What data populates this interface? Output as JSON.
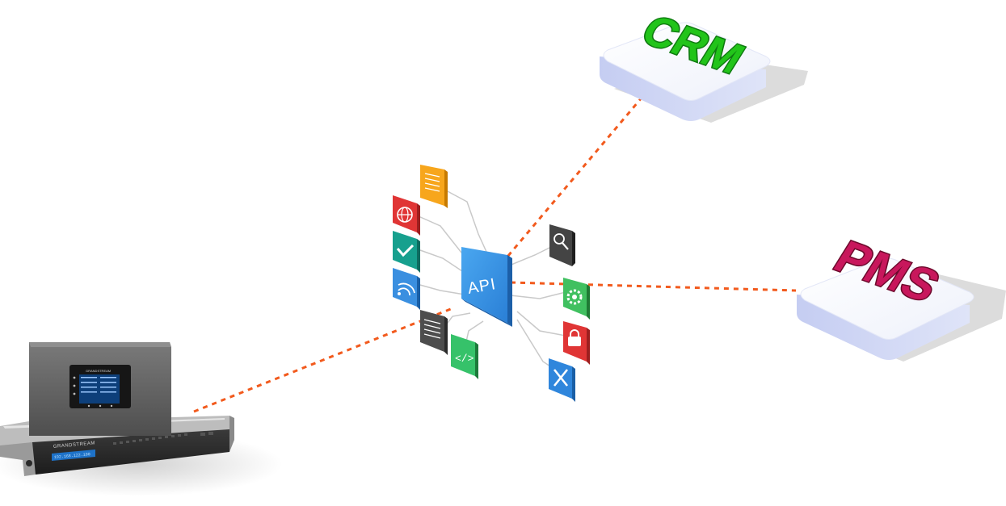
{
  "diagram": {
    "nodes": {
      "crm": {
        "label": "CRM",
        "color": "#22c41a"
      },
      "pms": {
        "label": "PMS",
        "color": "#b0124e"
      },
      "api": {
        "label": "API",
        "color": "#2f8fe0"
      },
      "pbx": {
        "brand": "GRANDSTREAM",
        "display_text": "192.168.122.100"
      }
    },
    "connector_color": "#f25a1d",
    "api_tile_icons": [
      "document-icon",
      "globe-icon",
      "checkmark-icon",
      "wifi-signal-icon",
      "text-lines-icon",
      "code-icon",
      "search-icon",
      "gear-icon",
      "lock-icon",
      "tools-icon"
    ]
  }
}
